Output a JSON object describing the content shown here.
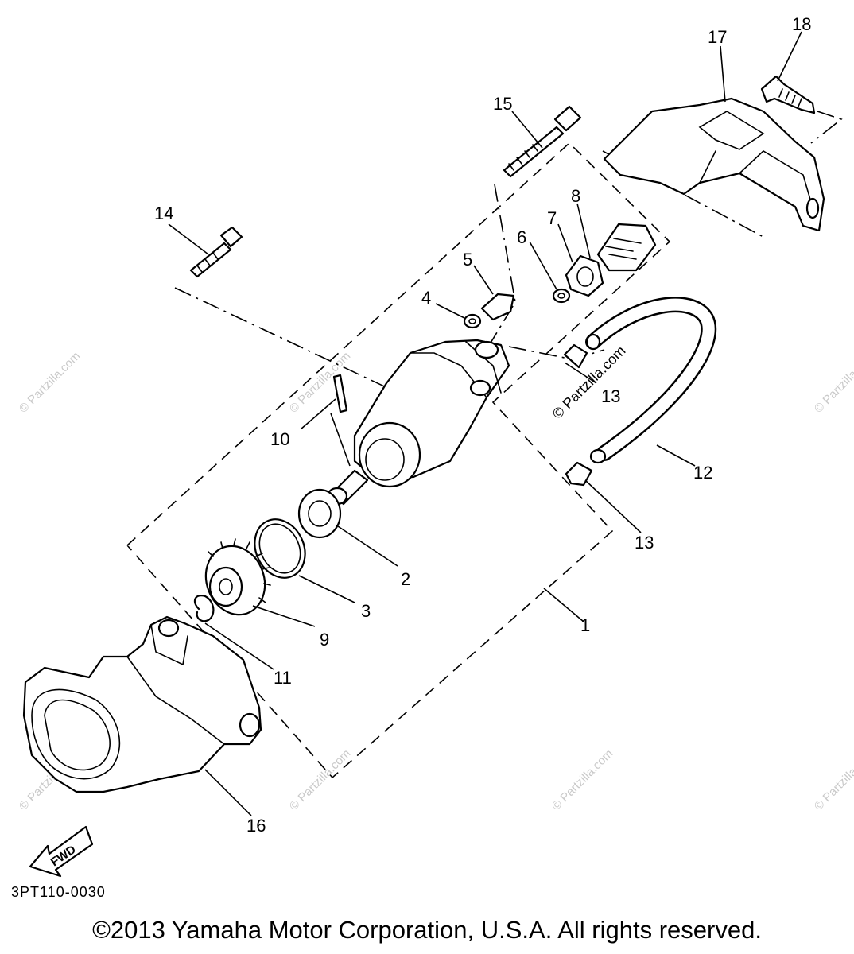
{
  "callouts": [
    "1",
    "2",
    "3",
    "4",
    "5",
    "6",
    "7",
    "8",
    "9",
    "10",
    "11",
    "12",
    "13",
    "13",
    "14",
    "15",
    "16",
    "17",
    "18"
  ],
  "fwd_label": "FWD",
  "diagram_code": "3PT110-0030",
  "watermark": "© Partzilla.com",
  "copyright": "©2013 Yamaha Motor Corporation, U.S.A. All rights reserved."
}
